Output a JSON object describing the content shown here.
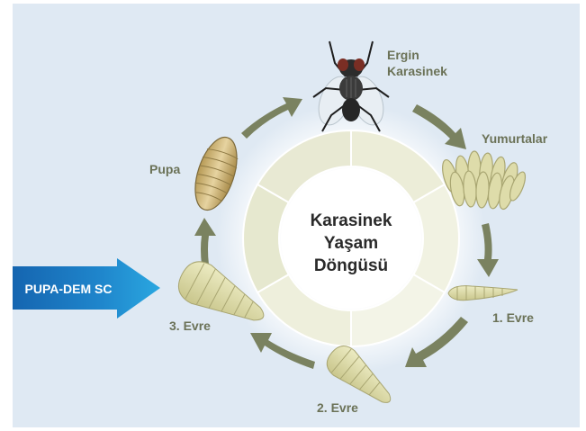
{
  "title_lines": [
    "Karasinek",
    "Yaşam",
    "Döngüsü"
  ],
  "stages": {
    "adult": [
      "Ergin",
      "Karasinek"
    ],
    "eggs": "Yumurtalar",
    "instar1": "1. Evre",
    "instar2": "2. Evre",
    "instar3": "3. Evre",
    "pupa": "Pupa"
  },
  "product_label": "PUPA-DEM SC",
  "colors": {
    "background": "#dfe9f3",
    "arrow": "#7a8260",
    "product_blue": "#1c7fc8",
    "label_text": "#6b7257",
    "larva": "#dedcaa"
  }
}
